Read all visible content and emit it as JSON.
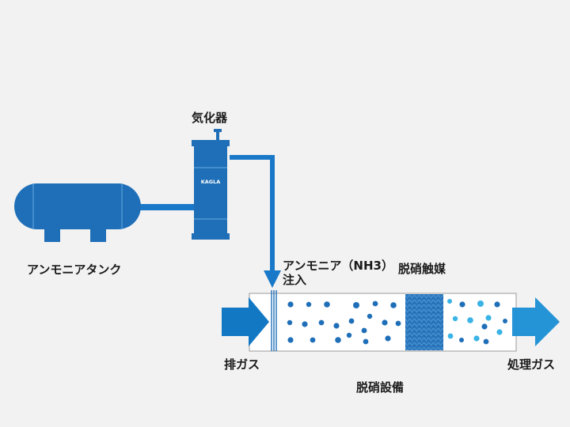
{
  "labels": {
    "vaporizer": "気化器",
    "vaporizer_brand": "KAGLA",
    "ammonia_tank": "アンモニアタンク",
    "injection_line1": "アンモニア（NH3）",
    "injection_line2": "注入",
    "catalyst": "脱硝触媒",
    "exhaust_gas": "排ガス",
    "treated_gas": "処理ガス",
    "equipment": "脱硝設備"
  },
  "colors": {
    "background": "#f2f2f2",
    "equipment_blue": "#1f6fb8",
    "pipe_blue": "#1a78c8",
    "arrow_blue": "#1278c4",
    "arrow_light_blue": "#2494d6",
    "dot_dark": "#1f6fb8",
    "dot_light": "#3ab3e6",
    "catalyst_blue": "#2b78bf"
  }
}
